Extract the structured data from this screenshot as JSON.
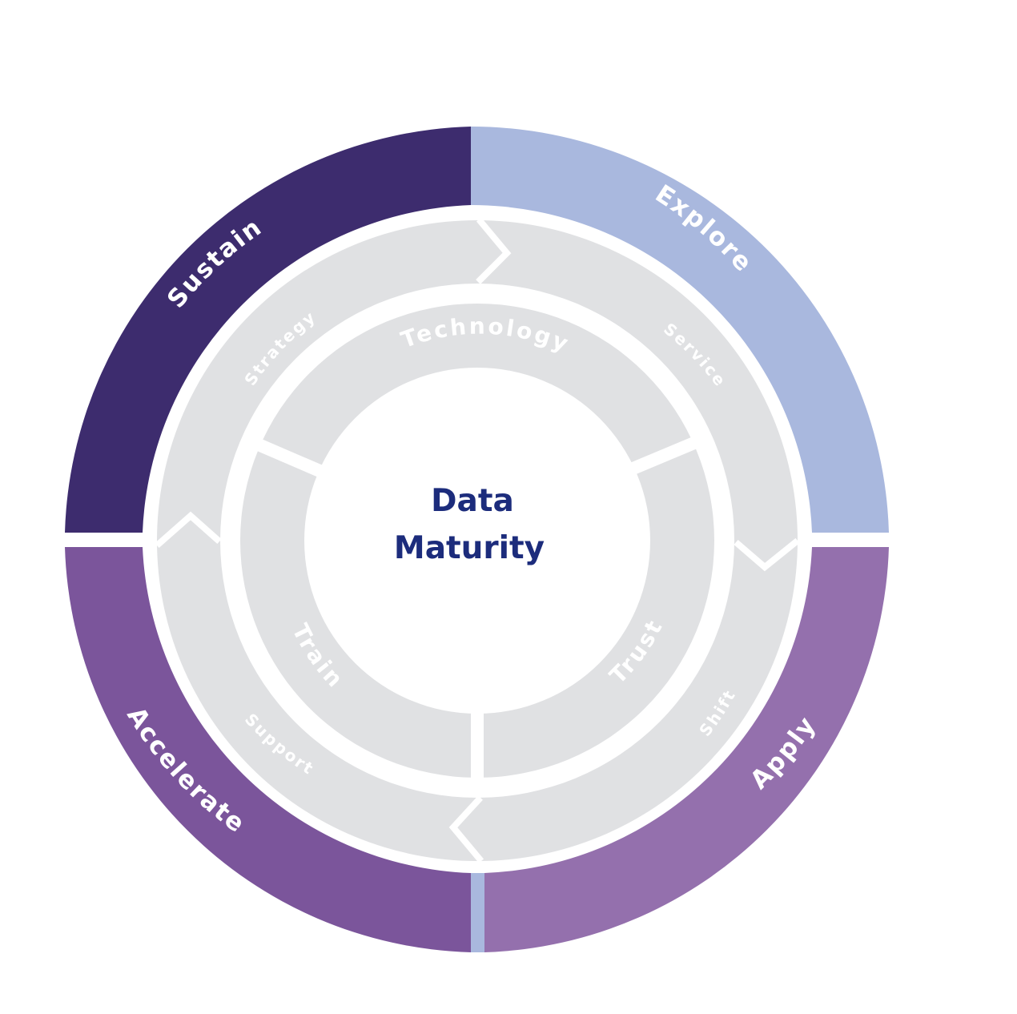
{
  "center": {
    "line1": "Data",
    "line2": "Maturity",
    "color": "#1c2c7c"
  },
  "outer_ring": {
    "segments": [
      {
        "label": "Explore",
        "color": "#a9b8de"
      },
      {
        "label": "Apply",
        "color": "#9470ad"
      },
      {
        "label": "Accelerate",
        "color": "#7b559b"
      },
      {
        "label": "Sustain",
        "color": "#3d2c6e"
      }
    ],
    "label_color": "#ffffff"
  },
  "middle_ring": {
    "color": "#e0e1e3",
    "labels": [
      "Service",
      "Shift",
      "Support",
      "Strategy"
    ],
    "label_color": "#ffffff"
  },
  "inner_ring": {
    "color": "#e0e1e3",
    "labels": [
      "Technology",
      "Trust",
      "Train"
    ],
    "label_color": "#ffffff"
  }
}
